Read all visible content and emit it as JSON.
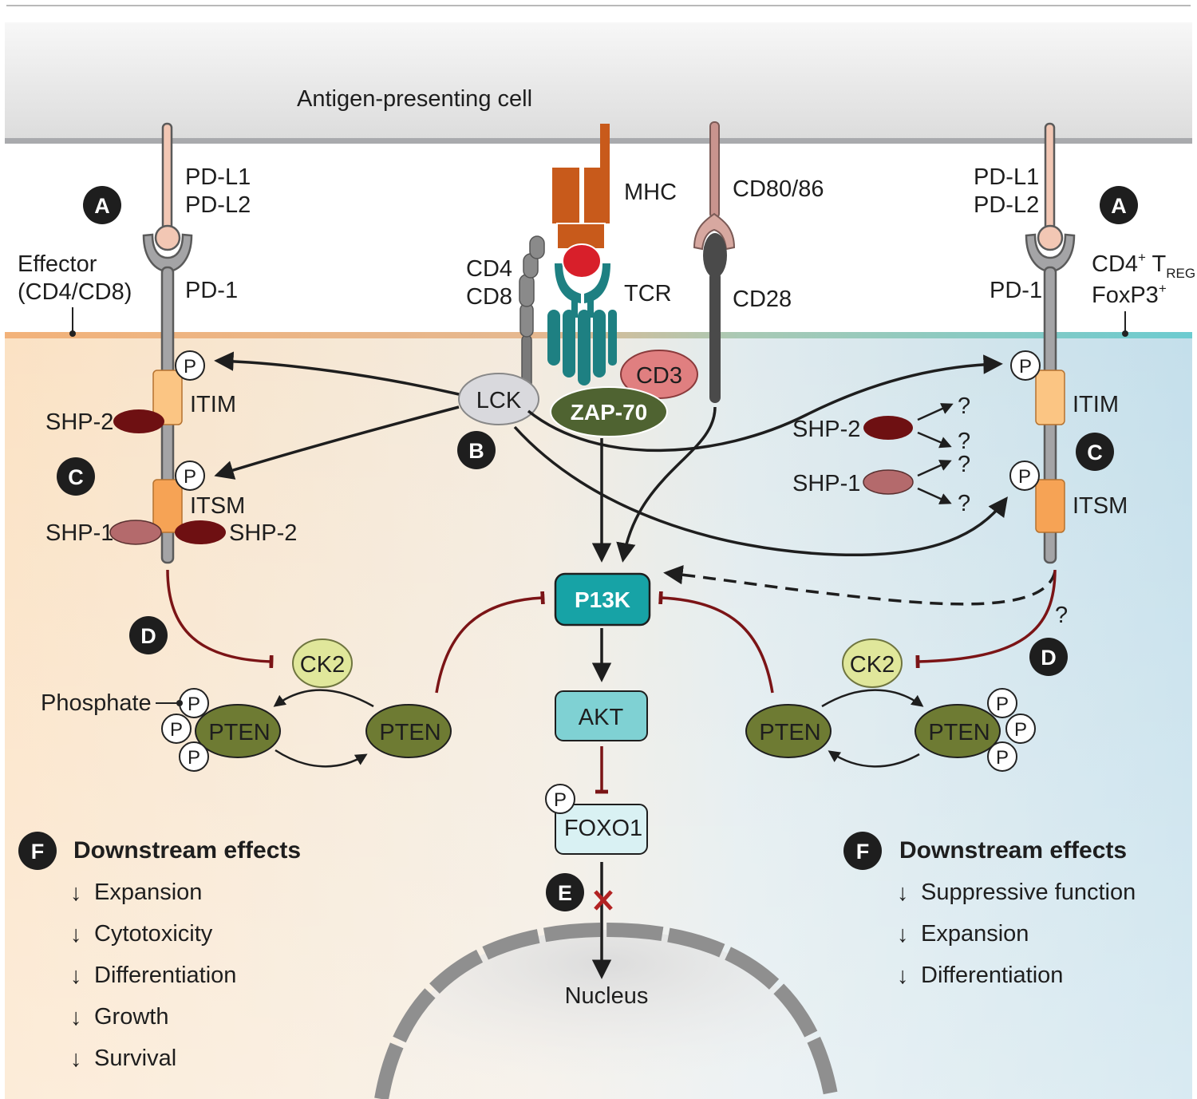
{
  "header": {
    "apc_label": "Antigen-presenting cell"
  },
  "left_cell": {
    "label_line1": "Effector",
    "label_line2": "(CD4/CD8)",
    "ligand_line1": "PD-L1",
    "ligand_line2": "PD-L2",
    "receptor": "PD-1",
    "itim": "ITIM",
    "itsm": "ITSM",
    "shp2_itim": "SHP-2",
    "shp1": "SHP-1",
    "shp2_itsm": "SHP-2",
    "ck2": "CK2",
    "phosphate": "Phosphate",
    "pten_phos": "PTEN",
    "pten": "PTEN",
    "effects_title": "Downstream effects",
    "effects": [
      "Expansion",
      "Cytotoxicity",
      "Differentiation",
      "Growth",
      "Survival"
    ]
  },
  "right_cell": {
    "label_line1_main": "CD4",
    "label_line1_sup": "+",
    "label_line1_t": " T",
    "label_line1_sub": "REG",
    "label_line2_main": "FoxP3",
    "label_line2_sup": "+",
    "ligand_line1": "PD-L1",
    "ligand_line2": "PD-L2",
    "receptor": "PD-1",
    "itim": "ITIM",
    "itsm": "ITSM",
    "shp2": "SHP-2",
    "shp1": "SHP-1",
    "question": "?",
    "ck2": "CK2",
    "pten": "PTEN",
    "pten_phos": "PTEN",
    "effects_title": "Downstream effects",
    "effects": [
      "Suppressive function",
      "Expansion",
      "Differentiation"
    ]
  },
  "center": {
    "mhc": "MHC",
    "cd80": "CD80/86",
    "cd4_line1": "CD4",
    "cd4_line2": "CD8",
    "tcr": "TCR",
    "cd28": "CD28",
    "lck": "LCK",
    "cd3": "CD3",
    "zap70": "ZAP-70",
    "pi3k": "P13K",
    "akt": "AKT",
    "foxo1": "FOXO1",
    "nucleus": "Nucleus"
  },
  "common": {
    "phospho": "P",
    "down_arrow": "↓"
  },
  "badges": {
    "A": "A",
    "B": "B",
    "C": "C",
    "D": "D",
    "E": "E",
    "F": "F"
  },
  "colors": {
    "inhibition": "#7b1416",
    "pi3k": "#17a3a6",
    "akt": "#7fd1d3",
    "foxo1": "#d9f1f3",
    "pten": "#6e7b33",
    "zap70": "#4f6331",
    "ck2": "#e0e79b",
    "shp2": "#6e1012",
    "shp1": "#b46a6c",
    "cd3": "#e07f80",
    "mhc": "#c85a1b",
    "tcr": "#1e8082",
    "itim": "#fbc583",
    "itsm": "#f6a355"
  }
}
